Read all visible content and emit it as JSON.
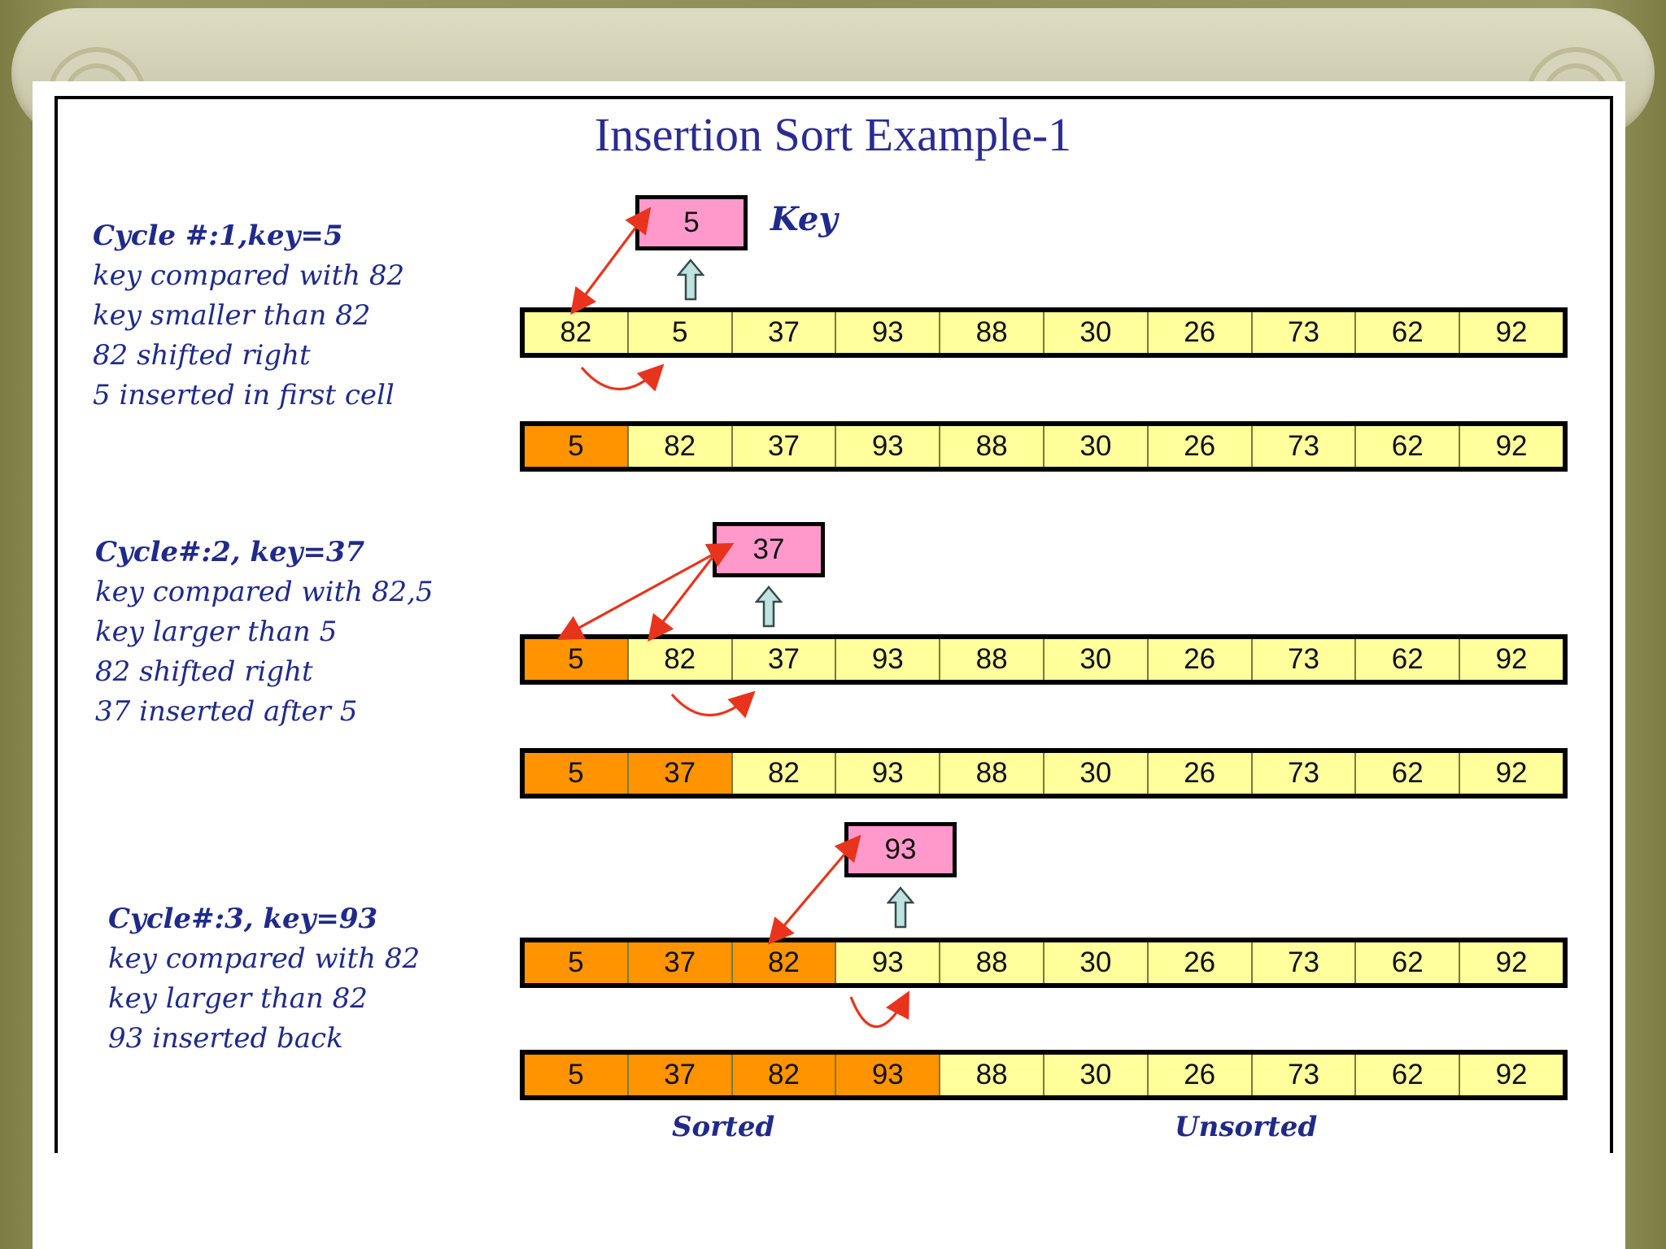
{
  "title": "Insertion Sort Example-1",
  "key_label": "Key",
  "footer": {
    "sorted": "Sorted",
    "unsorted": "Unsorted"
  },
  "colors": {
    "title": "#2b2b92",
    "text": "#1f2a8a",
    "unsorted_cell": "#ffff9c",
    "sorted_cell": "#ff9400",
    "key_box": "#ff99cc",
    "arrow": "#e8341c",
    "up_arrow": "#bfe3e0"
  },
  "cycles": [
    {
      "heading": "Cycle #:1,key=5",
      "lines": [
        "key compared with 82",
        "key smaller than 82",
        "82 shifted right",
        "5 inserted in first cell"
      ],
      "key": "5",
      "before": {
        "values": [
          "82",
          "5",
          "37",
          "93",
          "88",
          "30",
          "26",
          "73",
          "62",
          "92"
        ],
        "sorted_count": 0
      },
      "after": {
        "values": [
          "5",
          "82",
          "37",
          "93",
          "88",
          "30",
          "26",
          "73",
          "62",
          "92"
        ],
        "sorted_count": 1
      }
    },
    {
      "heading": "Cycle#:2, key=37",
      "lines": [
        "key compared with 82,5",
        "key larger than 5",
        "82 shifted right",
        "37 inserted after 5"
      ],
      "key": "37",
      "before": {
        "values": [
          "5",
          "82",
          "37",
          "93",
          "88",
          "30",
          "26",
          "73",
          "62",
          "92"
        ],
        "sorted_count": 1
      },
      "after": {
        "values": [
          "5",
          "37",
          "82",
          "93",
          "88",
          "30",
          "26",
          "73",
          "62",
          "92"
        ],
        "sorted_count": 2
      }
    },
    {
      "heading": "Cycle#:3, key=93",
      "lines": [
        "key compared with 82",
        "key larger than 82",
        "93 inserted back"
      ],
      "key": "93",
      "before": {
        "values": [
          "5",
          "37",
          "82",
          "93",
          "88",
          "30",
          "26",
          "73",
          "62",
          "92"
        ],
        "sorted_count": 3
      },
      "after": {
        "values": [
          "5",
          "37",
          "82",
          "93",
          "88",
          "30",
          "26",
          "73",
          "62",
          "92"
        ],
        "sorted_count": 4
      }
    }
  ]
}
